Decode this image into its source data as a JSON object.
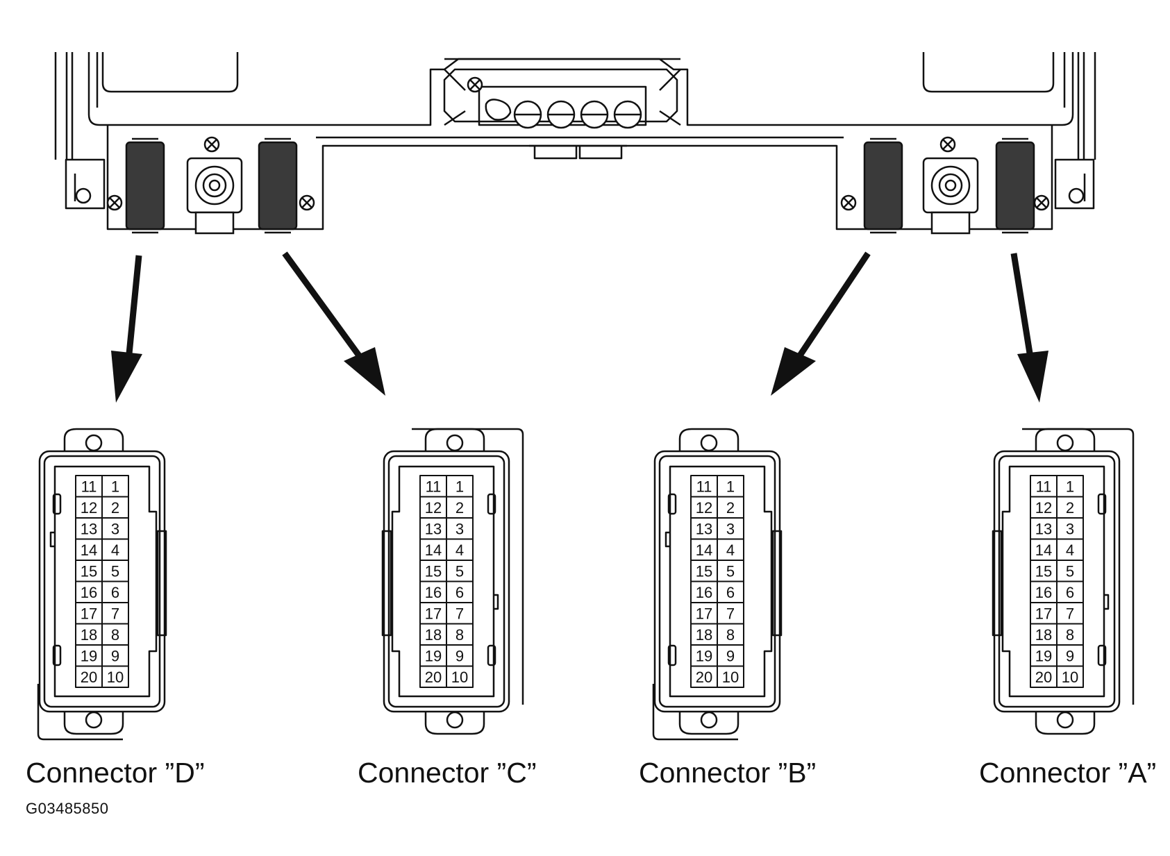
{
  "connectors": [
    {
      "id": "D",
      "label": "Connector ”D”",
      "pins_left": [
        "11",
        "12",
        "13",
        "14",
        "15",
        "16",
        "17",
        "18",
        "19",
        "20"
      ],
      "pins_right": [
        "1",
        "2",
        "3",
        "4",
        "5",
        "6",
        "7",
        "8",
        "9",
        "10"
      ]
    },
    {
      "id": "C",
      "label": "Connector ”C”",
      "pins_left": [
        "11",
        "12",
        "13",
        "14",
        "15",
        "16",
        "17",
        "18",
        "19",
        "20"
      ],
      "pins_right": [
        "1",
        "2",
        "3",
        "4",
        "5",
        "6",
        "7",
        "8",
        "9",
        "10"
      ]
    },
    {
      "id": "B",
      "label": "Connector ”B”",
      "pins_left": [
        "11",
        "12",
        "13",
        "14",
        "15",
        "16",
        "17",
        "18",
        "19",
        "20"
      ],
      "pins_right": [
        "1",
        "2",
        "3",
        "4",
        "5",
        "6",
        "7",
        "8",
        "9",
        "10"
      ]
    },
    {
      "id": "A",
      "label": "Connector ”A”",
      "pins_left": [
        "11",
        "12",
        "13",
        "14",
        "15",
        "16",
        "17",
        "18",
        "19",
        "20"
      ],
      "pins_right": [
        "1",
        "2",
        "3",
        "4",
        "5",
        "6",
        "7",
        "8",
        "9",
        "10"
      ]
    }
  ],
  "reference_code": "G03485850",
  "colors": {
    "ink": "#111111",
    "paper": "#ffffff",
    "connector_fill": "#3a3a3a"
  }
}
